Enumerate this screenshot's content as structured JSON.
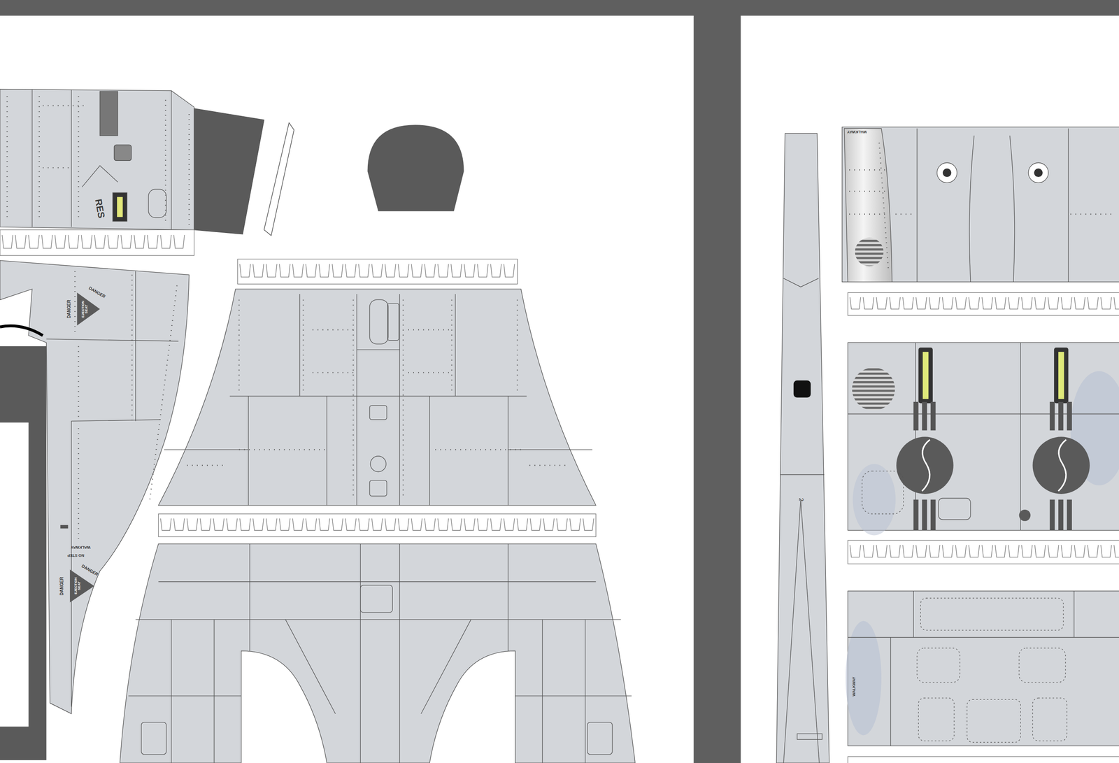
{
  "diagram": {
    "labels": [
      "RES",
      "DANGER",
      "EJECTION SEAT",
      "DANGER",
      "WALKWAY",
      "NO STEP",
      "DANGER",
      "EJECTION SEAT",
      "DANGER",
      "WALKWAY",
      "WALKWAY",
      "2"
    ]
  }
}
